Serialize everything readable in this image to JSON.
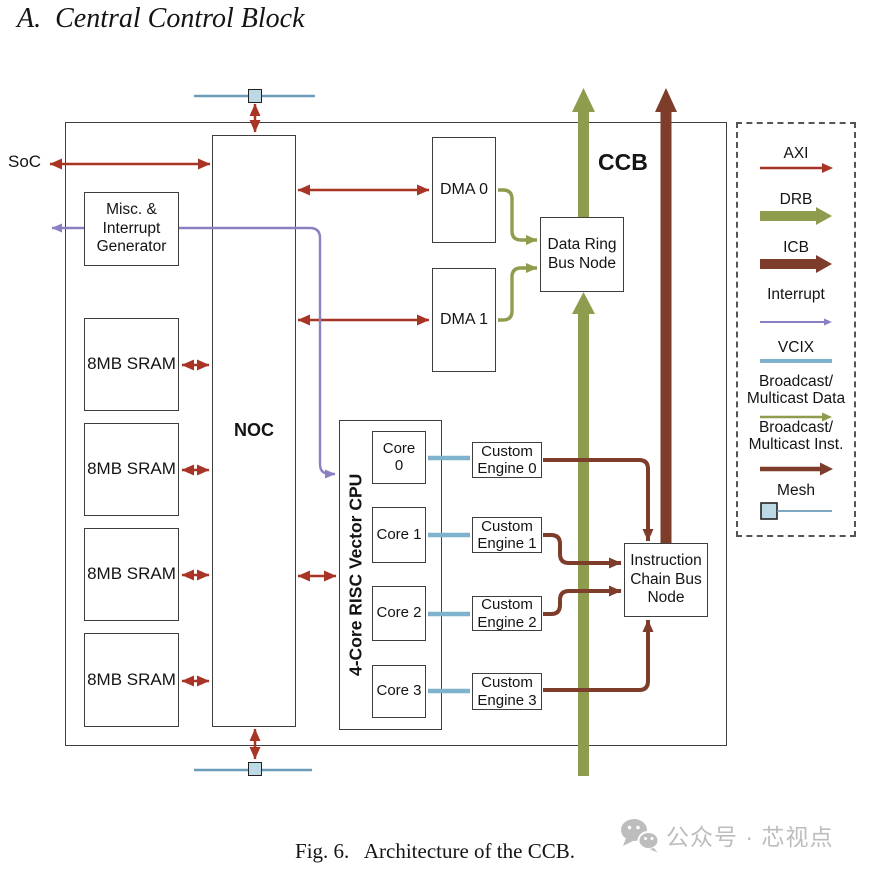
{
  "title": "A.  Central Control Block",
  "caption": "Fig. 6.   Architecture of the CCB.",
  "watermark": {
    "text": "公众号 · 芯视点",
    "icon": "wechat-icon"
  },
  "diagram": {
    "soc": "SoC",
    "ccb": "CCB",
    "noc": "NOC",
    "misc": "Misc. &\nInterrupt\nGenerator",
    "sram": "8MB SRAM",
    "dma0": "DMA 0",
    "dma1": "DMA 1",
    "drb_node": "Data Ring\nBus Node",
    "cpu": "4-Core RISC Vector CPU",
    "cores": [
      "Core\n0",
      "Core 1",
      "Core 2",
      "Core 3"
    ],
    "engines": [
      "Custom\nEngine 0",
      "Custom\nEngine 1",
      "Custom\nEngine 2",
      "Custom\nEngine 3"
    ],
    "icb_node": "Instruction\nChain Bus\nNode"
  },
  "legend": {
    "items": [
      {
        "label": "AXI",
        "style": "thin-arrow",
        "color_key": "axi"
      },
      {
        "label": "DRB",
        "style": "thick-arrow",
        "color_key": "drb"
      },
      {
        "label": "ICB",
        "style": "thick-arrow",
        "color_key": "icb"
      },
      {
        "label": "Interrupt",
        "style": "thin-arrow",
        "color_key": "interrupt"
      },
      {
        "label": "VCIX",
        "style": "plain-line",
        "color_key": "vcix"
      },
      {
        "label": "Broadcast/\nMulticast Data",
        "style": "thin-arrow",
        "color_key": "drb"
      },
      {
        "label": "Broadcast/\nMulticast Inst.",
        "style": "medium-arrow",
        "color_key": "icb"
      },
      {
        "label": "Mesh",
        "style": "square-line",
        "color_key": "mesh-line"
      }
    ]
  },
  "colors": {
    "axi": "#a83425",
    "drb": "#8e9c4e",
    "icb": "#7e3c2b",
    "interrupt": "#8a80c2",
    "vcix": "#7fb2cc",
    "mesh-line": "#6d9cb8",
    "mesh-fill": "#bcd9e5",
    "watermark": "#bdbdbd"
  }
}
